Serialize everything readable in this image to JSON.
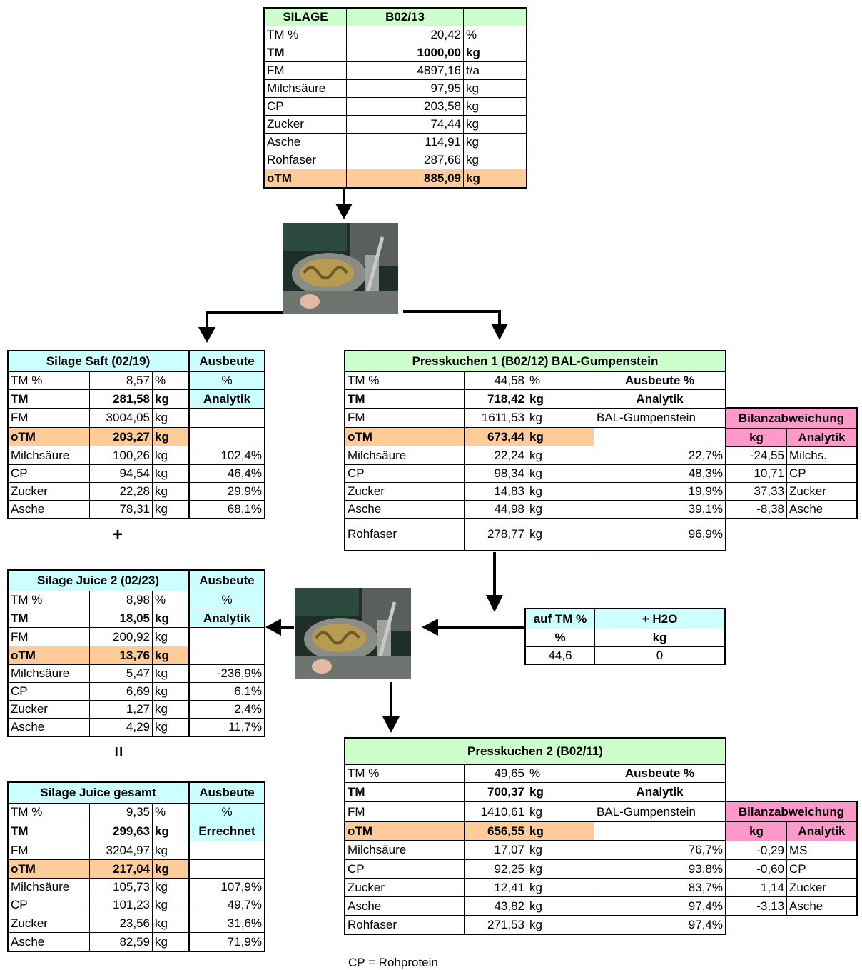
{
  "silage": {
    "title": "SILAGE",
    "code": "B02/13",
    "rows": [
      {
        "label": "TM %",
        "value": "20,42",
        "unit": "%"
      },
      {
        "label": "TM",
        "value": "1000,00",
        "unit": "kg"
      },
      {
        "label": "FM",
        "value": "4897,16",
        "unit": "t/a"
      },
      {
        "label": "Milchsäure",
        "value": "97,95",
        "unit": "kg"
      },
      {
        "label": "CP",
        "value": "203,58",
        "unit": "kg"
      },
      {
        "label": "Zucker",
        "value": "74,44",
        "unit": "kg"
      },
      {
        "label": "Asche",
        "value": "114,91",
        "unit": "kg"
      },
      {
        "label": "Rohfaser",
        "value": "287,66",
        "unit": "kg"
      },
      {
        "label": "oTM",
        "value": "885,09",
        "unit": "kg"
      }
    ]
  },
  "saft": {
    "title": "Silage Saft (02/19)",
    "yield_header": "Ausbeute",
    "rows": [
      {
        "label": "TM %",
        "value": "8,57",
        "unit": "%",
        "yield": "%"
      },
      {
        "label": "TM",
        "value": "281,58",
        "unit": "kg",
        "yield": "Analytik"
      },
      {
        "label": "FM",
        "value": "3004,05",
        "unit": "kg",
        "yield": ""
      },
      {
        "label": "oTM",
        "value": "203,27",
        "unit": "kg",
        "yield": ""
      },
      {
        "label": "Milchsäure",
        "value": "100,26",
        "unit": "kg",
        "yield": "102,4%"
      },
      {
        "label": "CP",
        "value": "94,54",
        "unit": "kg",
        "yield": "46,4%"
      },
      {
        "label": "Zucker",
        "value": "22,28",
        "unit": "kg",
        "yield": "29,9%"
      },
      {
        "label": "Asche",
        "value": "78,31",
        "unit": "kg",
        "yield": "68,1%"
      }
    ]
  },
  "plus": "+",
  "equals": "=",
  "juice2": {
    "title": "Silage Juice 2 (02/23)",
    "yield_header": "Ausbeute",
    "rows": [
      {
        "label": "TM %",
        "value": "8,98",
        "unit": "%",
        "yield": "%"
      },
      {
        "label": "TM",
        "value": "18,05",
        "unit": "kg",
        "yield": "Analytik"
      },
      {
        "label": "FM",
        "value": "200,92",
        "unit": "kg",
        "yield": ""
      },
      {
        "label": "oTM",
        "value": "13,76",
        "unit": "kg",
        "yield": ""
      },
      {
        "label": "Milchsäure",
        "value": "5,47",
        "unit": "kg",
        "yield": "-236,9%"
      },
      {
        "label": "CP",
        "value": "6,69",
        "unit": "kg",
        "yield": "6,1%"
      },
      {
        "label": "Zucker",
        "value": "1,27",
        "unit": "kg",
        "yield": "2,4%"
      },
      {
        "label": "Asche",
        "value": "4,29",
        "unit": "kg",
        "yield": "11,7%"
      }
    ]
  },
  "gesamt": {
    "title": "Silage Juice gesamt",
    "yield_header": "Ausbeute",
    "rows": [
      {
        "label": "TM %",
        "value": "9,35",
        "unit": "%",
        "yield": "%"
      },
      {
        "label": "TM",
        "value": "299,63",
        "unit": "kg",
        "yield": "Errechnet"
      },
      {
        "label": "FM",
        "value": "3204,97",
        "unit": "kg",
        "yield": ""
      },
      {
        "label": "oTM",
        "value": "217,04",
        "unit": "kg",
        "yield": ""
      },
      {
        "label": "Milchsäure",
        "value": "105,73",
        "unit": "kg",
        "yield": "107,9%"
      },
      {
        "label": "CP",
        "value": "101,23",
        "unit": "kg",
        "yield": "49,7%"
      },
      {
        "label": "Zucker",
        "value": "23,56",
        "unit": "kg",
        "yield": "31,6%"
      },
      {
        "label": "Asche",
        "value": "82,59",
        "unit": "kg",
        "yield": "71,9%"
      }
    ]
  },
  "press1": {
    "title": "Presskuchen 1 (B02/12) BAL-Gumpenstein",
    "rows": [
      {
        "label": "TM %",
        "value": "44,58",
        "unit": "%",
        "yield": "Ausbeute %"
      },
      {
        "label": "TM",
        "value": "718,42",
        "unit": "kg",
        "yield": "Analytik"
      },
      {
        "label": "FM",
        "value": "1611,53",
        "unit": "kg",
        "yield": "BAL-Gumpenstein"
      },
      {
        "label": "oTM",
        "value": "673,44",
        "unit": "kg",
        "yield": ""
      },
      {
        "label": "Milchsäure",
        "value": "22,24",
        "unit": "kg",
        "yield": "22,7%"
      },
      {
        "label": "CP",
        "value": "98,34",
        "unit": "kg",
        "yield": "48,3%"
      },
      {
        "label": "Zucker",
        "value": "14,83",
        "unit": "kg",
        "yield": "19,9%"
      },
      {
        "label": "Asche",
        "value": "44,98",
        "unit": "kg",
        "yield": "39,1%"
      },
      {
        "label": "Rohfaser",
        "value": "278,77",
        "unit": "kg",
        "yield": "96,9%"
      }
    ],
    "bilanz": {
      "title": "Bilanzabweichung",
      "h1": "kg",
      "h2": "Analytik",
      "rows": [
        {
          "kg": "-24,55",
          "name": "Milchs."
        },
        {
          "kg": "10,71",
          "name": "CP"
        },
        {
          "kg": "37,33",
          "name": "Zucker"
        },
        {
          "kg": "-8,38",
          "name": "Asche"
        }
      ]
    }
  },
  "h2o": {
    "h1": "auf TM %",
    "h2": "+ H2O",
    "u1": "%",
    "u2": "kg",
    "v1": "44,6",
    "v2": "0"
  },
  "press2": {
    "title": "Presskuchen 2 (B02/11)",
    "rows": [
      {
        "label": "TM %",
        "value": "49,65",
        "unit": "%",
        "yield": "Ausbeute %"
      },
      {
        "label": "TM",
        "value": "700,37",
        "unit": "kg",
        "yield": "Analytik"
      },
      {
        "label": "FM",
        "value": "1410,61",
        "unit": "kg",
        "yield": "BAL-Gumpenstein"
      },
      {
        "label": "oTM",
        "value": "656,55",
        "unit": "kg",
        "yield": ""
      },
      {
        "label": "Milchsäure",
        "value": "17,07",
        "unit": "kg",
        "yield": "76,7%"
      },
      {
        "label": "CP",
        "value": "92,25",
        "unit": "kg",
        "yield": "93,8%"
      },
      {
        "label": "Zucker",
        "value": "12,41",
        "unit": "kg",
        "yield": "83,7%"
      },
      {
        "label": "Asche",
        "value": "43,82",
        "unit": "kg",
        "yield": "97,4%"
      },
      {
        "label": "Rohfaser",
        "value": "271,53",
        "unit": "kg",
        "yield": "97,4%"
      }
    ],
    "bilanz": {
      "title": "Bilanzabweichung",
      "h1": "kg",
      "h2": "Analytik",
      "rows": [
        {
          "kg": "-0,29",
          "name": "MS"
        },
        {
          "kg": "-0,60",
          "name": "CP"
        },
        {
          "kg": "1,14",
          "name": "Zucker"
        },
        {
          "kg": "-3,13",
          "name": "Asche"
        }
      ]
    }
  },
  "footnote": "CP = Rohprotein"
}
